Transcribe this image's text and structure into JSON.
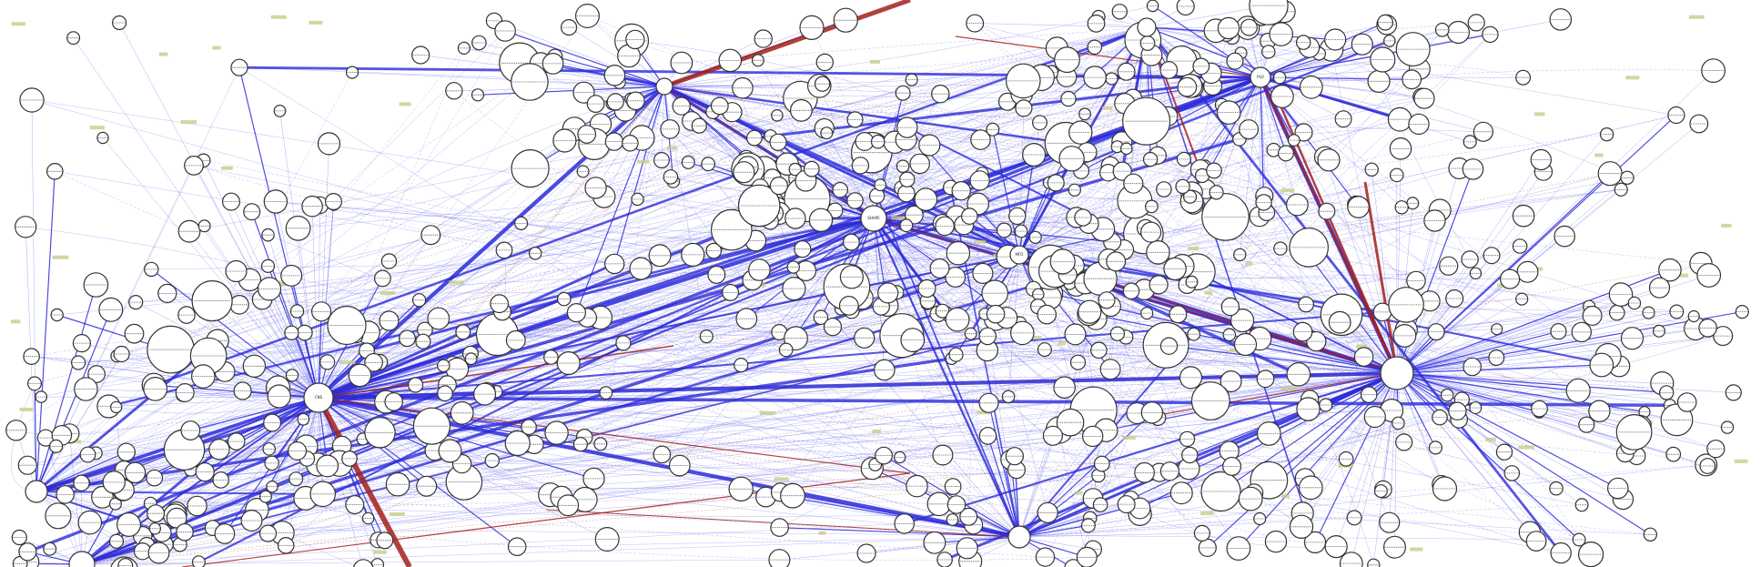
{
  "diagram": {
    "type": "network-graph",
    "colors": {
      "background": "#ffffff",
      "edge_primary": "#2a2adb",
      "edge_light": "#6a6af0",
      "edge_highlight": "#a3201c",
      "node_fill": "#ffffff",
      "node_stroke": "#333333",
      "label_tag": "#c8cc88"
    },
    "hubs": [
      {
        "id": "h1",
        "label": "CNS"
      },
      {
        "id": "h2",
        "label": ""
      },
      {
        "id": "h3",
        "label": ""
      },
      {
        "id": "h4",
        "label": "SHAPE"
      },
      {
        "id": "h5",
        "label": "MFO"
      },
      {
        "id": "h6",
        "label": "PLO"
      },
      {
        "id": "h7",
        "label": ""
      },
      {
        "id": "h8",
        "label": ""
      },
      {
        "id": "h9",
        "label": ""
      },
      {
        "id": "h10",
        "label": ""
      }
    ]
  }
}
